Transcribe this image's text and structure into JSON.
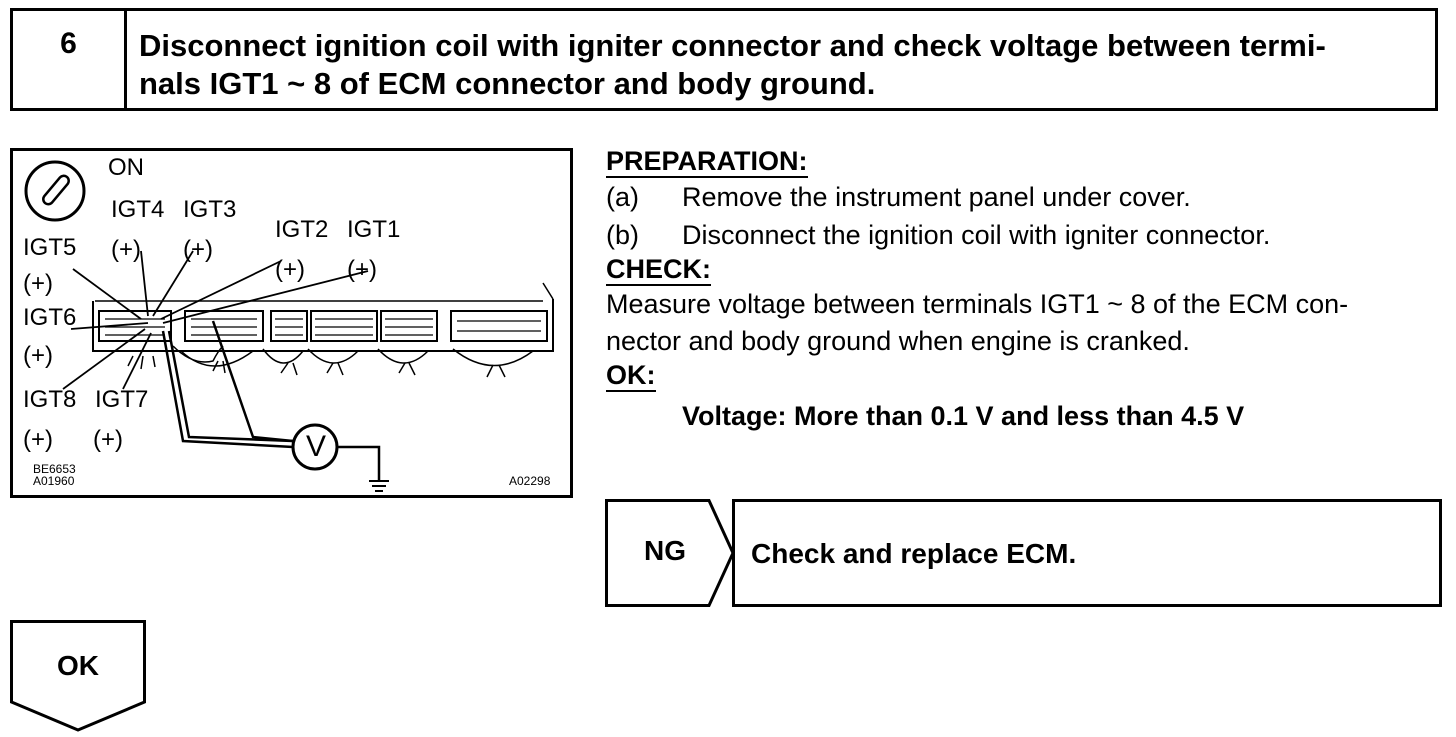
{
  "step": {
    "number": "6",
    "title_line1": "Disconnect ignition coil with igniter connector and check voltage between termi-",
    "title_line2": "nals IGT1 ~ 8 of ECM connector and body ground."
  },
  "diagram": {
    "switch_label": "ON",
    "terminals": {
      "igt1": "IGT1",
      "igt2": "IGT2",
      "igt3": "IGT3",
      "igt4": "IGT4",
      "igt5": "IGT5",
      "igt6": "IGT6",
      "igt7": "IGT7",
      "igt8": "IGT8"
    },
    "plus": "(+)",
    "meter_symbol": "V",
    "code_left_1": "BE6653",
    "code_left_2": "A01960",
    "code_right": "A02298"
  },
  "procedure": {
    "preparation_heading": "PREPARATION:",
    "steps": [
      {
        "key": "(a)",
        "text": "Remove the instrument panel under cover."
      },
      {
        "key": "(b)",
        "text": "Disconnect the ignition coil with igniter connector."
      }
    ],
    "check_heading": "CHECK:",
    "check_line1": "Measure voltage between terminals IGT1 ~ 8 of the ECM con-",
    "check_line2": "nector and body ground when engine is cranked.",
    "ok_heading": "OK:",
    "ok_value": "Voltage: More than 0.1 V and less than 4.5 V"
  },
  "flow": {
    "ng_label": "NG",
    "ng_action": "Check and replace ECM.",
    "ok_label": "OK"
  }
}
